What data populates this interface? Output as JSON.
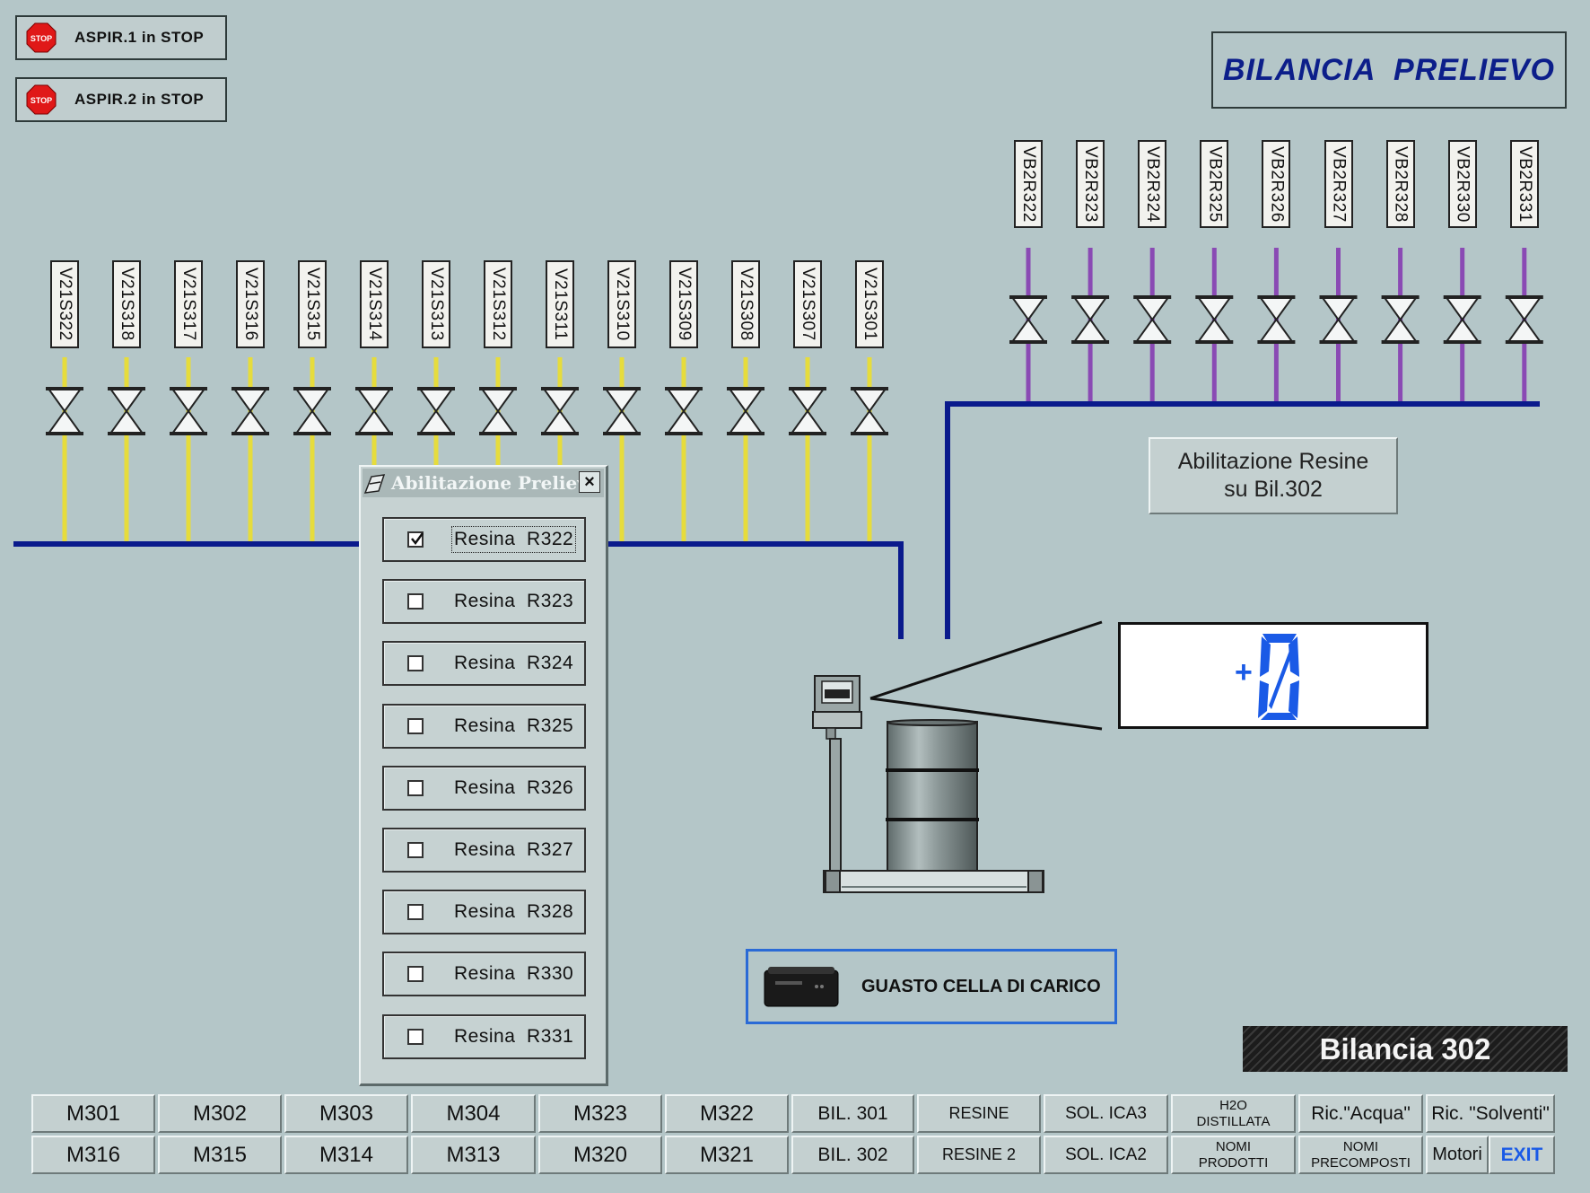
{
  "status": {
    "aspir1": "ASPIR.1 in STOP",
    "aspir2": "ASPIR.2 in STOP",
    "stop_glyph": "STOP",
    "stop_color": "#e01818"
  },
  "title": "BILANCIA  PRELIEVO",
  "valves_left": [
    "V21S322",
    "V21S318",
    "V21S317",
    "V21S316",
    "V21S315",
    "V21S314",
    "V21S313",
    "V21S312",
    "V21S311",
    "V21S310",
    "V21S309",
    "V21S308",
    "V21S307",
    "V21S301"
  ],
  "valves_right": [
    "VB2R322",
    "VB2R323",
    "VB2R324",
    "VB2R325",
    "VB2R326",
    "VB2R327",
    "VB2R328",
    "VB2R330",
    "VB2R331"
  ],
  "resin_button": {
    "line1": "Abilitazione Resine",
    "line2": "su Bil.302"
  },
  "scale_display": {
    "sign": "+",
    "value": "0",
    "color": "#1a5ae6"
  },
  "fault_label": "GUASTO CELLA DI CARICO",
  "scale_name": "Bilancia 302",
  "dialog": {
    "title": "Abilitazione Prelievo",
    "close": "×",
    "items": [
      {
        "label": "Resina  R322",
        "checked": true
      },
      {
        "label": "Resina  R323",
        "checked": false
      },
      {
        "label": "Resina  R324",
        "checked": false
      },
      {
        "label": "Resina  R325",
        "checked": false
      },
      {
        "label": "Resina  R326",
        "checked": false
      },
      {
        "label": "Resina  R327",
        "checked": false
      },
      {
        "label": "Resina  R328",
        "checked": false
      },
      {
        "label": "Resina  R330",
        "checked": false
      },
      {
        "label": "Resina  R331",
        "checked": false
      }
    ]
  },
  "bottom_row1": [
    {
      "label": "M301"
    },
    {
      "label": "M302"
    },
    {
      "label": "M303"
    },
    {
      "label": "M304"
    },
    {
      "label": "M323"
    },
    {
      "label": "M322"
    },
    {
      "label": "BIL. 301"
    },
    {
      "label": "RESINE"
    },
    {
      "label": "SOL. ICA3"
    },
    {
      "label": "H2O\nDISTILLATA"
    },
    {
      "label": "Ric.\"Acqua\""
    },
    {
      "label": "Ric. \"Solventi\""
    }
  ],
  "bottom_row2": [
    {
      "label": "M316"
    },
    {
      "label": "M315"
    },
    {
      "label": "M314"
    },
    {
      "label": "M313"
    },
    {
      "label": "M320"
    },
    {
      "label": "M321"
    },
    {
      "label": "BIL. 302"
    },
    {
      "label": "RESINE 2"
    },
    {
      "label": "SOL. ICA2"
    },
    {
      "label": "NOMI\nPRODOTTI"
    },
    {
      "label": "NOMI\nPRECOMPOSTI"
    }
  ],
  "motori": "Motori",
  "exit": "EXIT",
  "colors": {
    "background": "#b4c6c8",
    "pipe_blue": "#0a1a8c",
    "pipe_yellow": "#e6dc3c",
    "pipe_purple": "#8a4ab4",
    "exit_blue": "#1a5ae6"
  }
}
